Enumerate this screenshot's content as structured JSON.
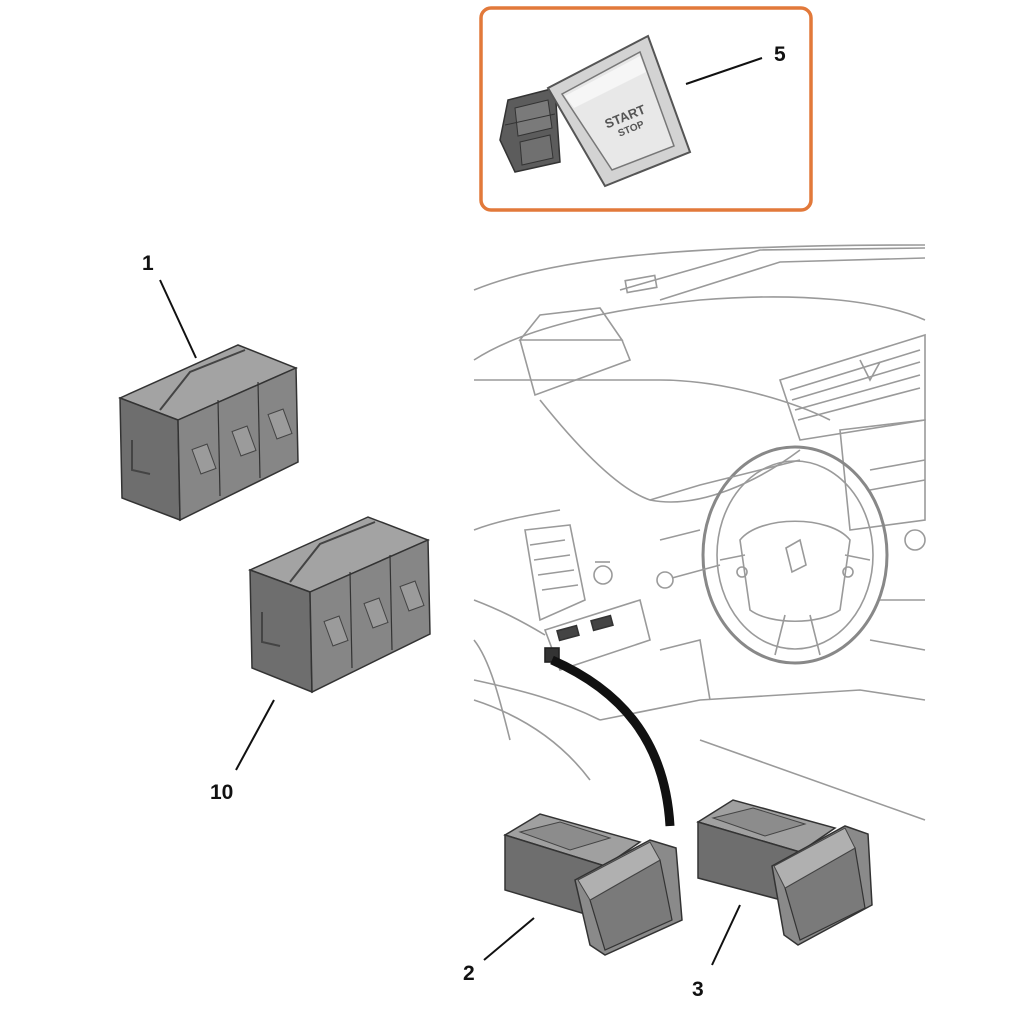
{
  "diagram": {
    "callouts": [
      "1",
      "10",
      "5",
      "2",
      "3"
    ],
    "start_stop_button": {
      "text_line1": "START",
      "text_line2": "STOP"
    },
    "colors": {
      "highlight_frame": "#E2793A",
      "part_dark": "#6f6f6f",
      "part_mid": "#8a8a8a",
      "part_light": "#a9a9a9",
      "dashboard_line": "#9a9a9a",
      "leader_line": "#111111"
    }
  }
}
